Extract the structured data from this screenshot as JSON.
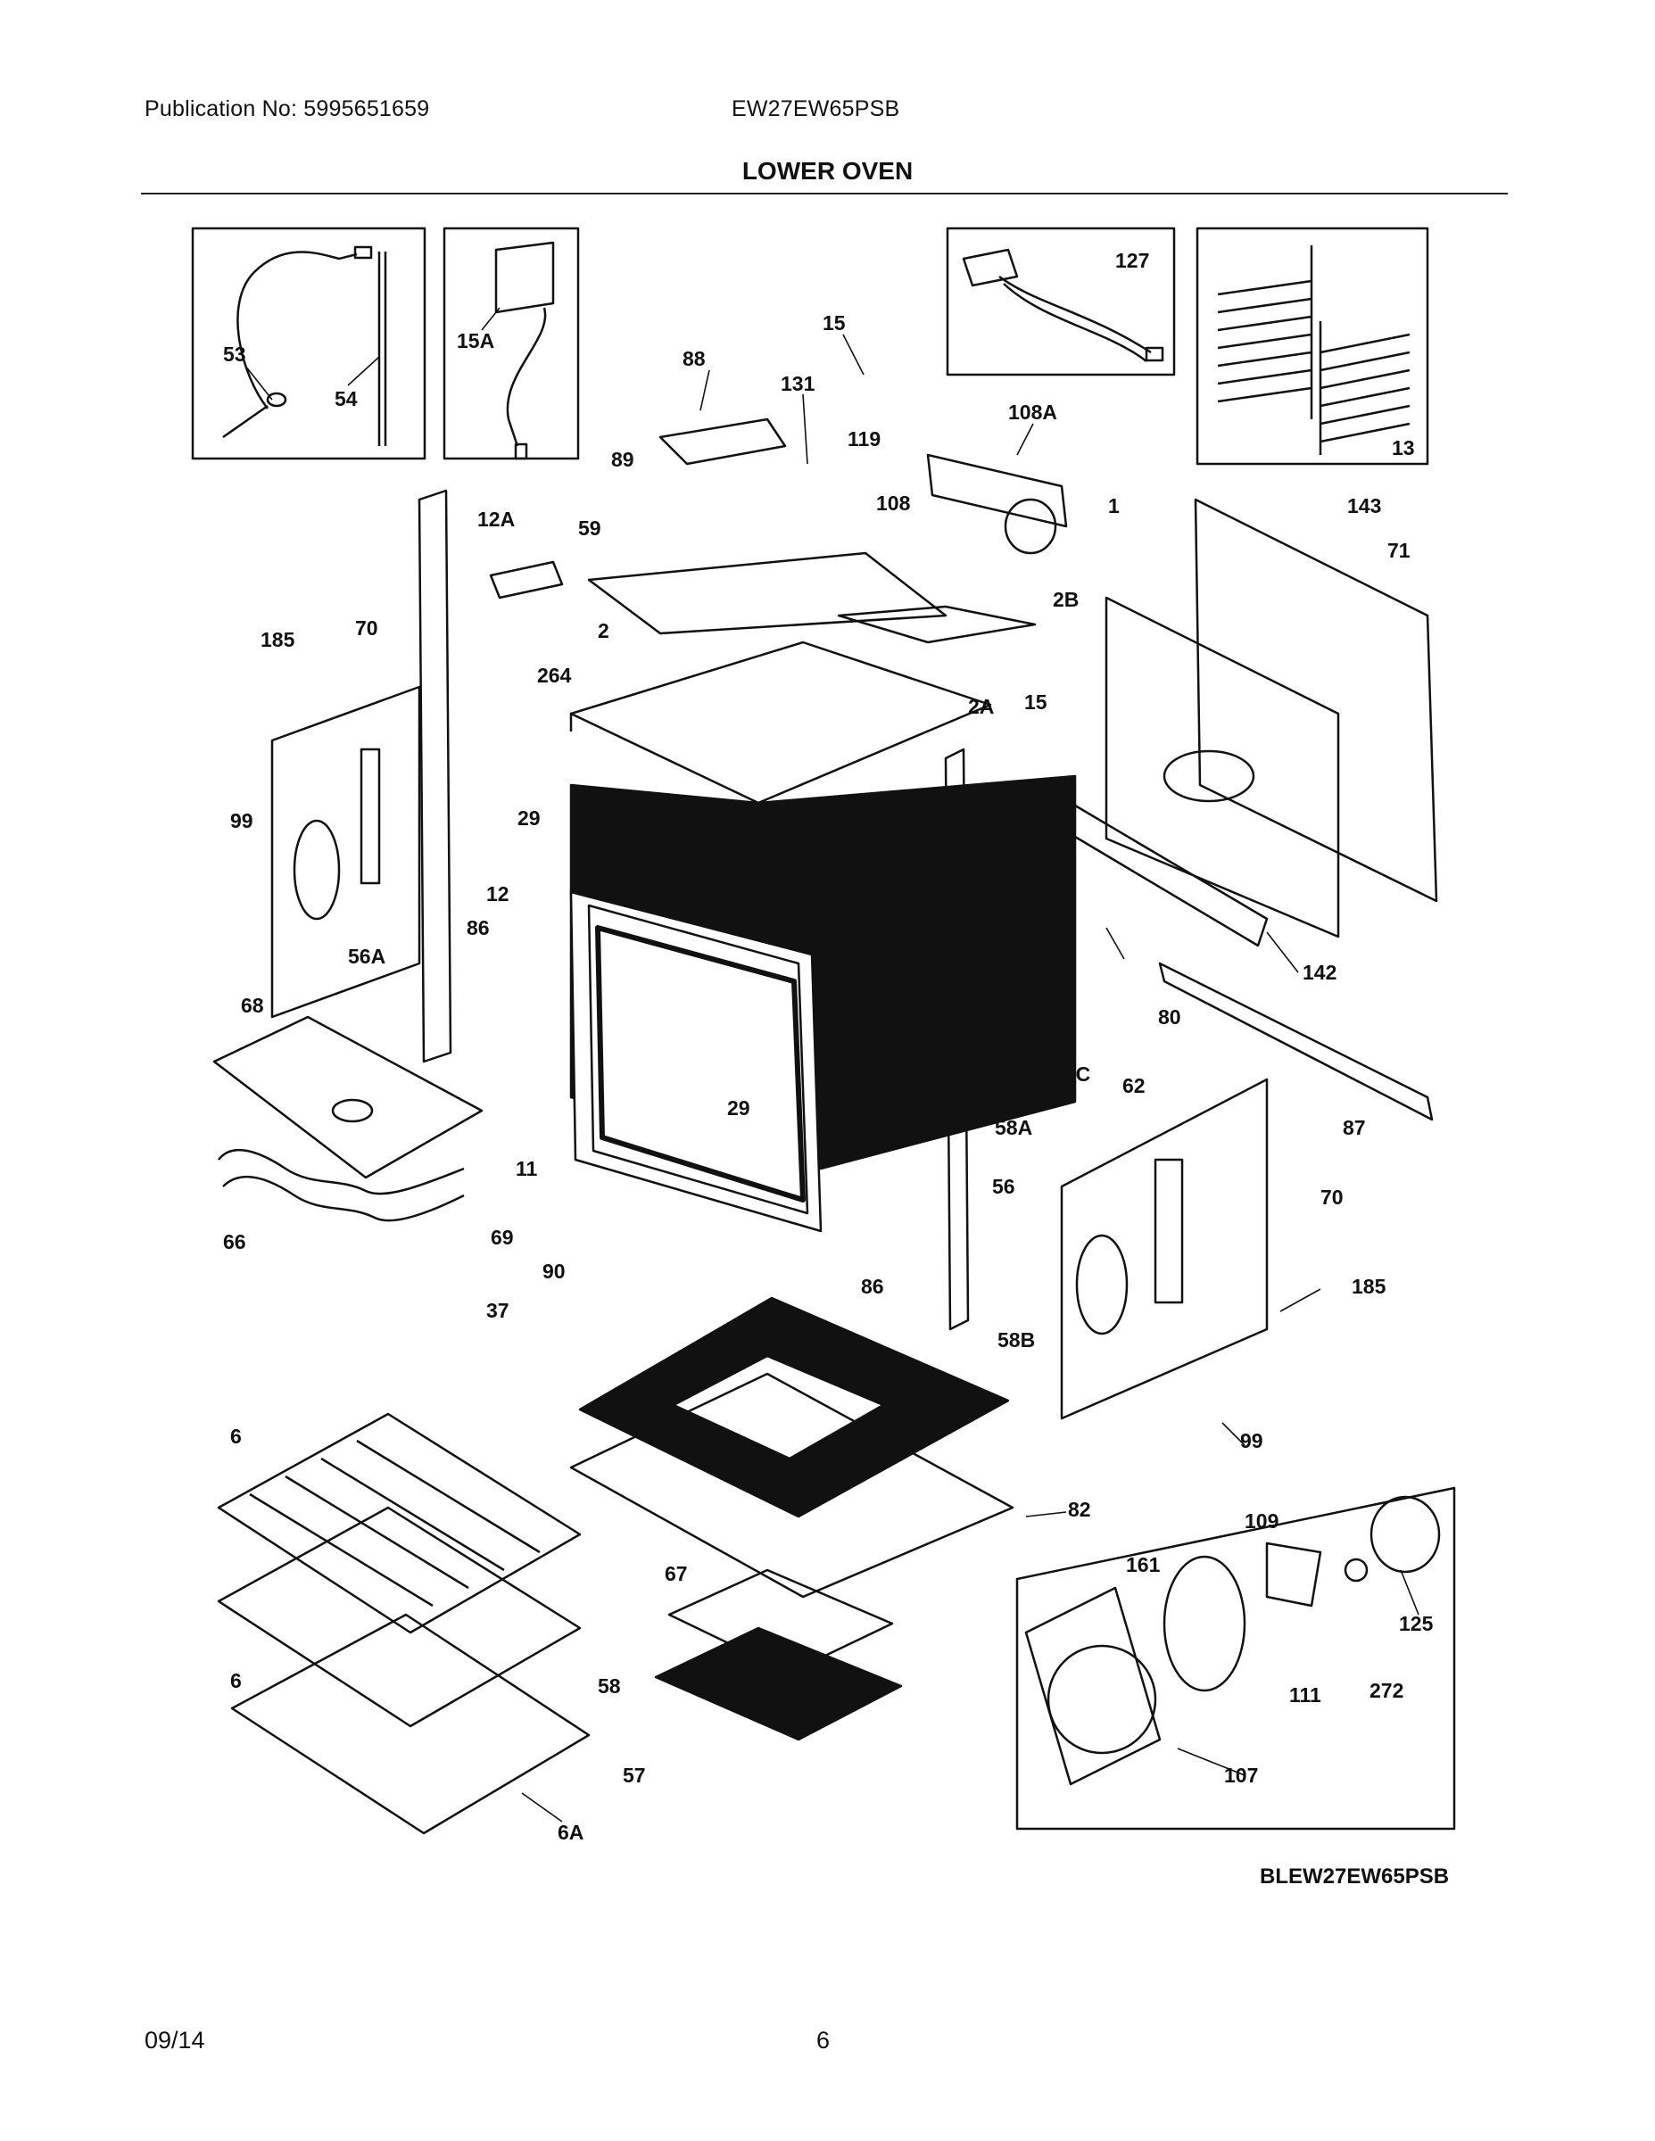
{
  "header": {
    "publication": "Publication No: 5995651659",
    "model": "EW27EW65PSB"
  },
  "title": "LOWER OVEN",
  "diagram_code": "BLEW27EW65PSB",
  "footer": {
    "date": "09/14",
    "page_number": "6"
  },
  "callouts": [
    "53",
    "54",
    "15A",
    "15",
    "88",
    "131",
    "127",
    "108A",
    "13",
    "119",
    "89",
    "108",
    "12A",
    "59",
    "1",
    "143",
    "71",
    "185",
    "70",
    "2",
    "2B",
    "264",
    "2A",
    "15",
    "99",
    "29",
    "12",
    "86",
    "56A",
    "68",
    "29",
    "11",
    "142",
    "80",
    "58C",
    "62",
    "58A",
    "87",
    "56",
    "70",
    "66",
    "69",
    "90",
    "86",
    "185",
    "37",
    "58B",
    "99",
    "6",
    "82",
    "109",
    "161",
    "67",
    "125",
    "6",
    "58",
    "272",
    "111",
    "57",
    "107",
    "6A"
  ]
}
